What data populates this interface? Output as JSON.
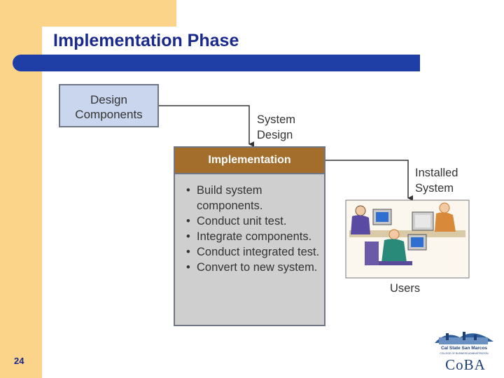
{
  "slide": {
    "title": "Implementation Phase",
    "page_number": "24"
  },
  "diagram": {
    "design_components": "Design\nComponents",
    "system_design_label": "System\nDesign",
    "implementation": {
      "title": "Implementation",
      "steps": [
        "Build system components.",
        "Conduct unit test.",
        "Integrate components.",
        "Conduct integrated test.",
        "Convert to new system."
      ]
    },
    "installed_system_label": "Installed\nSystem",
    "users_label": "Users"
  },
  "logo": {
    "line1": "Cal State San Marcos",
    "line2": "COLLEGE OF BUSINESS ADMINISTRATION",
    "word": "CoBA"
  },
  "colors": {
    "accent_band": "#fbd48a",
    "title_color": "#1a2a8c",
    "title_bar": "#1f3fa6",
    "design_box": "#c9d6ee",
    "implementation_header": "#a36d2b",
    "implementation_body": "#cfcfcf"
  }
}
